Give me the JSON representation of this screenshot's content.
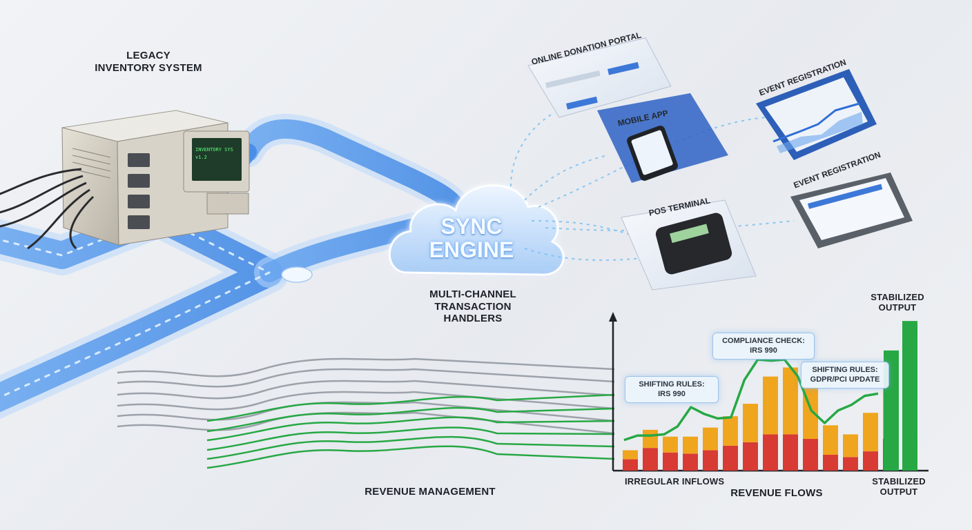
{
  "labels": {
    "legacy_line1": "Legacy",
    "legacy_line2": "Inventory System",
    "sync_line1": "SYNC",
    "sync_line2": "ENGINE",
    "multi_line1": "Multi-Channel",
    "multi_line2": "Transaction",
    "multi_line3": "Handlers",
    "revenue_management": "Revenue Management",
    "irregular_inflows": "Irregular Inflows",
    "revenue_flows": "Revenue Flows",
    "stabilized_top_line1": "Stabilized",
    "stabilized_top_line2": "Output",
    "stabilized_bottom_line1": "Stabilized",
    "stabilized_bottom_line2": "Output"
  },
  "terminal": {
    "line1": "INVENTORY SYS",
    "line2": "v1.2"
  },
  "channels": {
    "online_donation": "Online Donation Portal",
    "mobile_app": "Mobile App",
    "event_registration_1": "Event Registration",
    "event_registration_2": "Event Registration",
    "pos_terminal": "POS Terminal"
  },
  "callouts": {
    "shifting_irs_line1": "Shifting Rules:",
    "shifting_irs_line2": "IRS 990",
    "compliance_line1": "Compliance Check:",
    "compliance_line2": "IRS 990",
    "shifting_gdpr_line1": "Shifting Rules:",
    "shifting_gdpr_line2": "GDPR/PCI Update"
  },
  "colors": {
    "flow_blue": "#4a90e8",
    "red": "#d83a34",
    "orange": "#f0a51e",
    "green": "#27a844",
    "gray_line": "#9ca2aa"
  },
  "chart_data": {
    "type": "bar",
    "xlabel": "Revenue Flows",
    "series": [
      {
        "values": [
          1,
          2,
          1.6,
          1.5,
          1.8,
          2.2,
          2.5,
          3.2,
          3.2,
          2.8,
          1.4,
          1.2,
          1.7,
          2.8
        ]
      },
      {
        "values": [
          0.8,
          1.6,
          1.4,
          1.5,
          2.0,
          2.6,
          3.4,
          5.1,
          5.9,
          4.6,
          2.6,
          2.0,
          3.4,
          4.6
        ]
      }
    ],
    "line": [
      2.7,
      3.1,
      3.1,
      3.2,
      3.9,
      5.6,
      5.0,
      4.6,
      4.7,
      8.0,
      9.8,
      9.7,
      9.8,
      8.3,
      5.3,
      4.2,
      5.3,
      5.8,
      6.6,
      6.8
    ],
    "stabilized_bars": [
      10.6,
      13.2
    ],
    "ylim": [
      0,
      14
    ]
  }
}
